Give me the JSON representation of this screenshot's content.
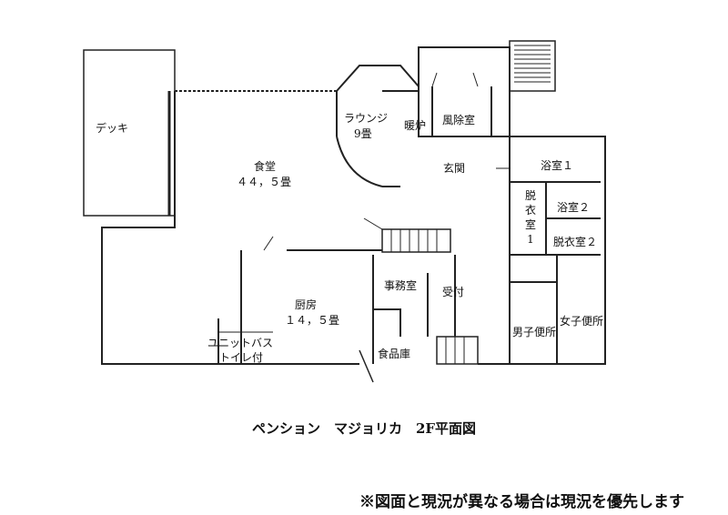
{
  "rooms": {
    "deck": "デッキ",
    "lounge": "ラウンジ",
    "lounge_size": "9畳",
    "stove": "暖炉",
    "windbreak": "風除室",
    "dining": "食堂",
    "dining_size": "４４，５畳",
    "entrance": "玄関",
    "bath1": "浴室１",
    "bath2": "浴室２",
    "dressing1_a": "脱",
    "dressing1_b": "衣",
    "dressing1_c": "室",
    "dressing1_d": "1",
    "dressing2": "脱衣室２",
    "office": "事務室",
    "reception": "受付",
    "kitchen": "厨房",
    "kitchen_size": "１４，５畳",
    "unit_bath": "ユニットバス",
    "toilet": "トイレ付",
    "pantry": "食品庫",
    "mens_wc": "男子便所",
    "womens_wc": "女子便所"
  },
  "caption": "ペンション　マジョリカ　2F平面図",
  "note": "※図面と現況が異なる場合は現況を優先します"
}
